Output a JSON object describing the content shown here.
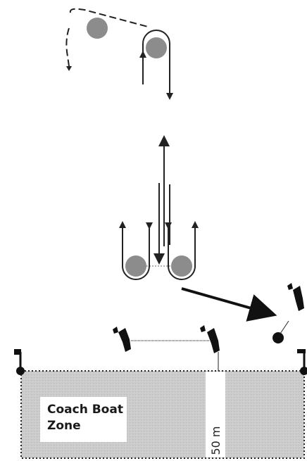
{
  "coach_zone": {
    "label": "Coach Boat\nZone",
    "label_line1": "Coach Boat",
    "label_line2": "Zone",
    "distance_label": "50 m"
  },
  "colors": {
    "mark_fill": "#8c8c8c",
    "zone_fill": "#c9c9c9",
    "line": "#222222",
    "background": "#ffffff"
  },
  "icons": {
    "boat": "committee-boat-icon",
    "flag": "flag-icon",
    "mark": "rounding-mark-icon"
  }
}
